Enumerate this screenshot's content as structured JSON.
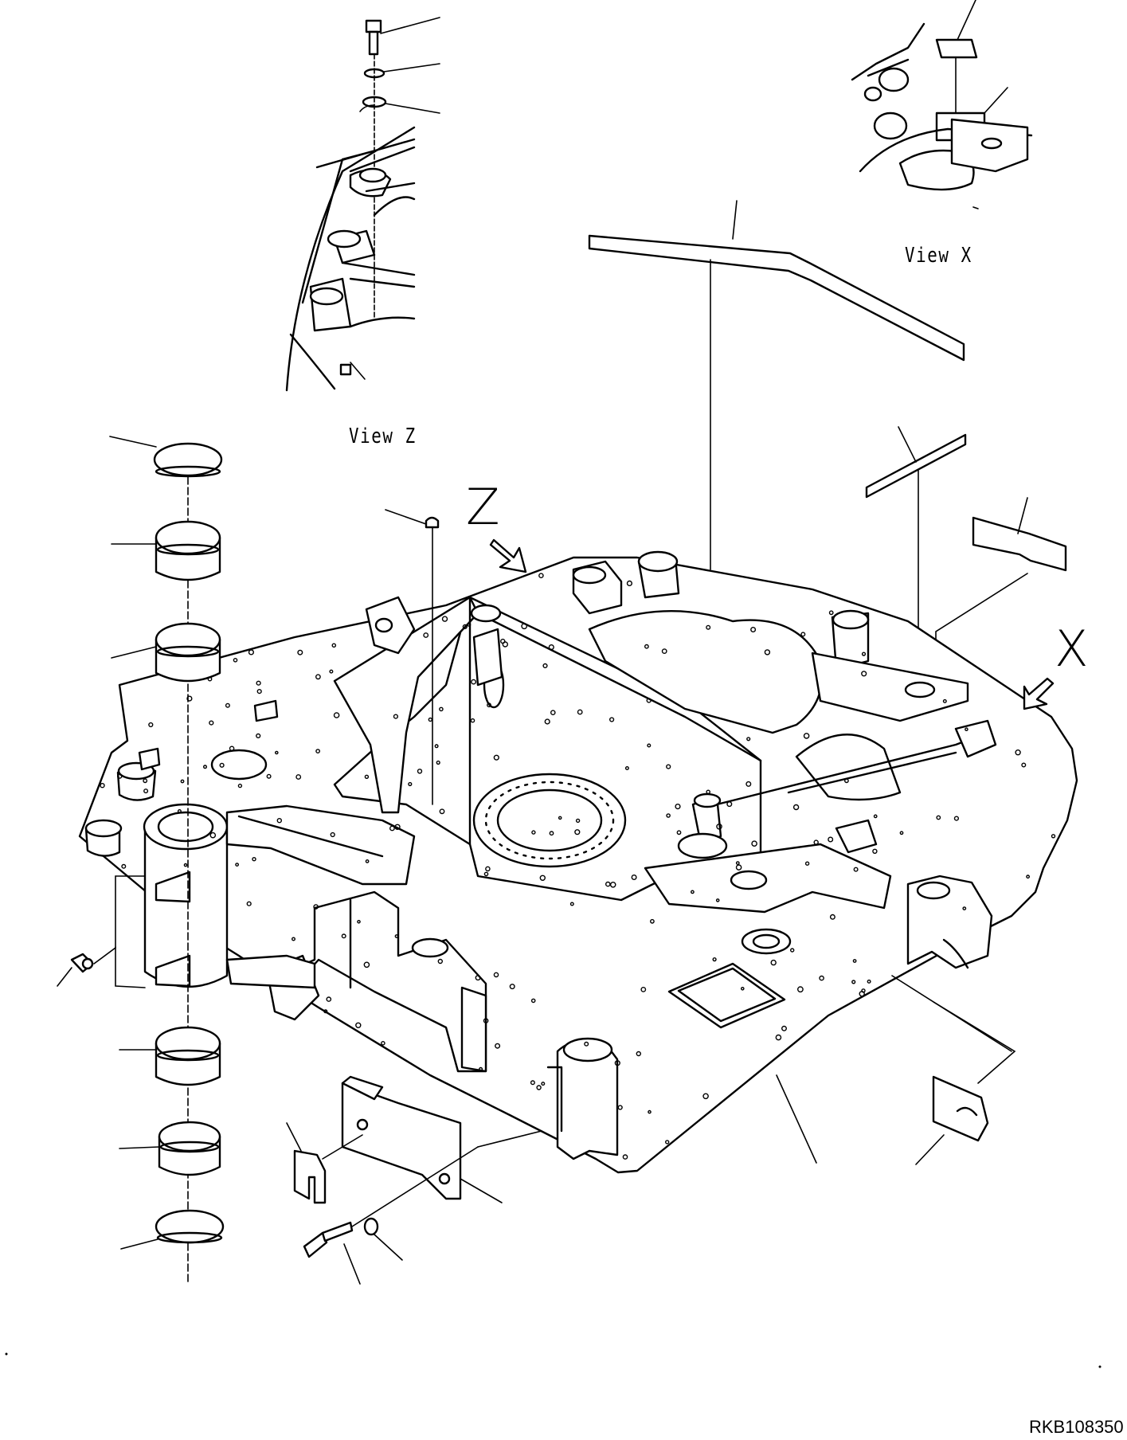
{
  "labels": {
    "view_z": "View Z",
    "view_x": "View X",
    "arrow_z": "Z",
    "arrow_x": "X"
  },
  "drawing_code": "RKB108350"
}
